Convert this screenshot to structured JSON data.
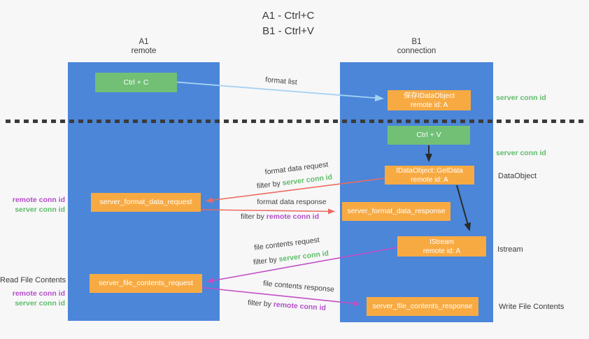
{
  "title": {
    "line1": "A1 - Ctrl+C",
    "line2": "B1 - Ctrl+V"
  },
  "lanes": {
    "a1": {
      "name": "A1",
      "role": "remote"
    },
    "b1": {
      "name": "B1",
      "role": "connection"
    }
  },
  "nodes": {
    "ctrl_c": {
      "label": "Ctrl + C"
    },
    "save_idataobject": {
      "line1": "保存IDataObject",
      "line2": "remote id: A"
    },
    "ctrl_v": {
      "label": "Ctrl + V"
    },
    "getdata": {
      "line1": "IDataObject::GetData",
      "line2": "remote id: A"
    },
    "format_request": {
      "label": "server_format_data_request"
    },
    "format_response": {
      "label": "server_format_data_response"
    },
    "istream": {
      "line1": "IStream",
      "line2": "remote id: A"
    },
    "file_request": {
      "label": "server_file_contents_request"
    },
    "file_response": {
      "label": "server_file_contents_response"
    }
  },
  "arrow_labels": {
    "format_list": "format list",
    "format_data_request": "format data request",
    "format_data_response": "format data response",
    "file_contents_request": "file contents request",
    "file_contents_response": "file contents response",
    "filter_by": "filter by ",
    "server_conn_id": "server conn id",
    "remote_conn_id": "remote conn id"
  },
  "left_annotations": {
    "format_request_remote_conn_id": "remote conn id",
    "format_request_server_conn_id": "server conn id",
    "read_file_contents": "Read File Contents",
    "file_request_remote_conn_id": "remote conn id",
    "file_request_server_conn_id": "server conn id"
  },
  "right_annotations": {
    "server_conn_id_top": "server conn id",
    "server_conn_id_mid": "server conn id",
    "dataobject": "DataObject",
    "istream": "Istream",
    "write_file_contents": "Write File Contents"
  },
  "colors": {
    "lane_blue": "#4b86d9",
    "node_green": "#71c076",
    "node_orange": "#f8aa42",
    "arrow_light_blue": "#a5d2f3",
    "arrow_red": "#ed6b60",
    "arrow_magenta": "#c24fc4",
    "arrow_black": "#2b2b2b",
    "conn_id_green": "#5fbd68",
    "conn_id_purple": "#b44fc8",
    "text_dark": "#3a3a3a",
    "background": "#f7f7f8"
  }
}
